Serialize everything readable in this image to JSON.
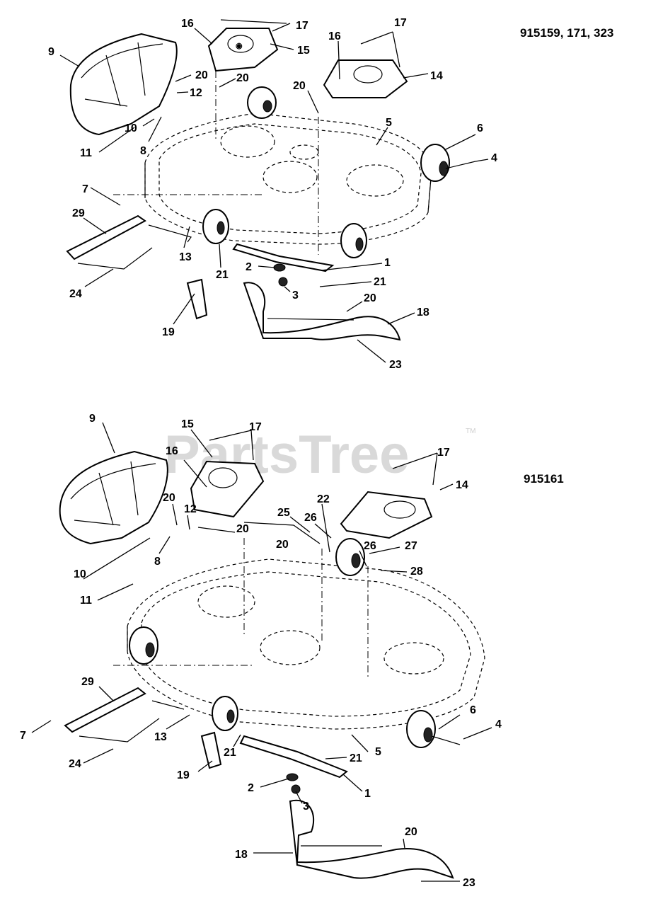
{
  "watermark": {
    "text": "PartsTree",
    "trademark": "TM"
  },
  "top_diagram": {
    "model_label": "915159, 171, 323",
    "callouts": [
      "17",
      "16",
      "16",
      "17",
      "9",
      "15",
      "14",
      "20",
      "20",
      "12",
      "20",
      "5",
      "6",
      "10",
      "8",
      "11",
      "4",
      "7",
      "29",
      "13",
      "21",
      "2",
      "1",
      "21",
      "3",
      "20",
      "24",
      "18",
      "19",
      "23"
    ]
  },
  "bottom_diagram": {
    "model_label": "915161",
    "callouts": [
      "9",
      "15",
      "17",
      "17",
      "16",
      "14",
      "20",
      "12",
      "22",
      "25",
      "26",
      "20",
      "20",
      "26",
      "27",
      "28",
      "10",
      "8",
      "11",
      "29",
      "6",
      "4",
      "7",
      "13",
      "21",
      "5",
      "24",
      "19",
      "21",
      "2",
      "1",
      "3",
      "20",
      "18",
      "23"
    ]
  }
}
